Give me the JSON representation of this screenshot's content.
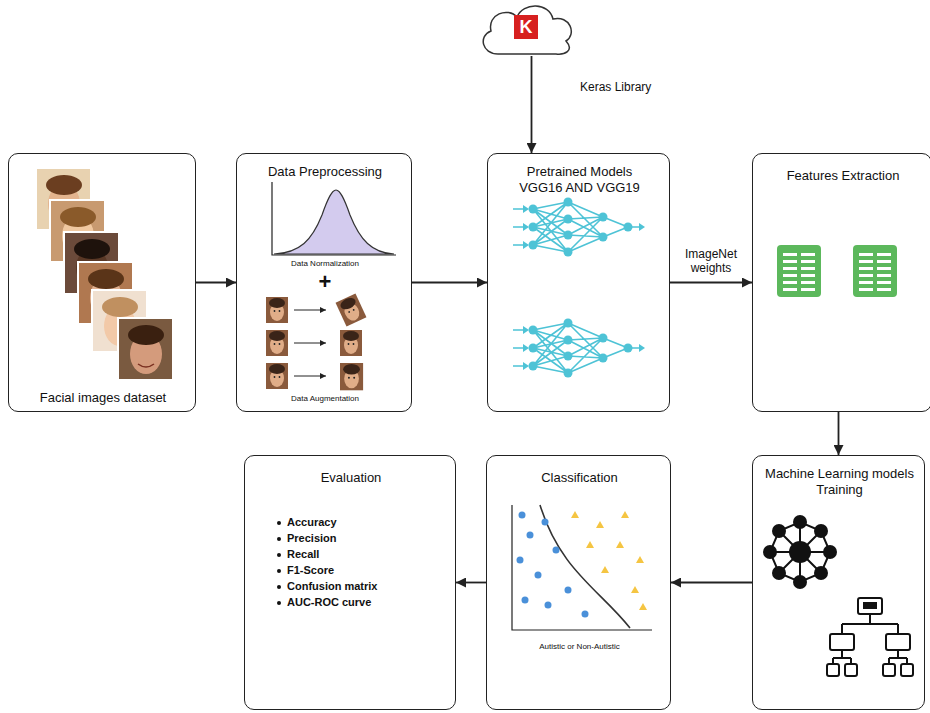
{
  "diagram": {
    "nodes": [
      {
        "text": [
          "K",
          "Keras Library"
        ]
      },
      {
        "text": [
          "Facial images dataset"
        ]
      },
      {
        "text": [
          "Data Preprocessing",
          "Data Normalization",
          "+",
          "Data Augmentation"
        ]
      },
      {
        "text": [
          "Pretrained Models VGG16 AND VGG19"
        ]
      },
      {
        "text": [
          "Features Extraction"
        ]
      },
      {
        "text": [
          "Evaluation",
          "Accuracy",
          "Precision",
          "Recall",
          "F1-Score",
          "Confusion matrix",
          "AUC-ROC curve"
        ]
      },
      {
        "text": [
          "Classification",
          "Autistic or Non-Autistic"
        ]
      },
      {
        "text": [
          "Machine Learning models Training"
        ]
      }
    ],
    "edges": [
      {
        "from": 0,
        "to": 3,
        "arrow": "to"
      },
      {
        "from": 1,
        "to": 2,
        "arrow": "to"
      },
      {
        "from": 2,
        "to": 3,
        "arrow": "to"
      },
      {
        "from": 3,
        "to": 4,
        "label": "ImageNet weights",
        "arrow": "to"
      },
      {
        "from": 4,
        "to": 7,
        "arrow": "to"
      },
      {
        "from": 7,
        "to": 6,
        "arrow": "to"
      },
      {
        "from": 6,
        "to": 5,
        "arrow": "to"
      }
    ]
  }
}
